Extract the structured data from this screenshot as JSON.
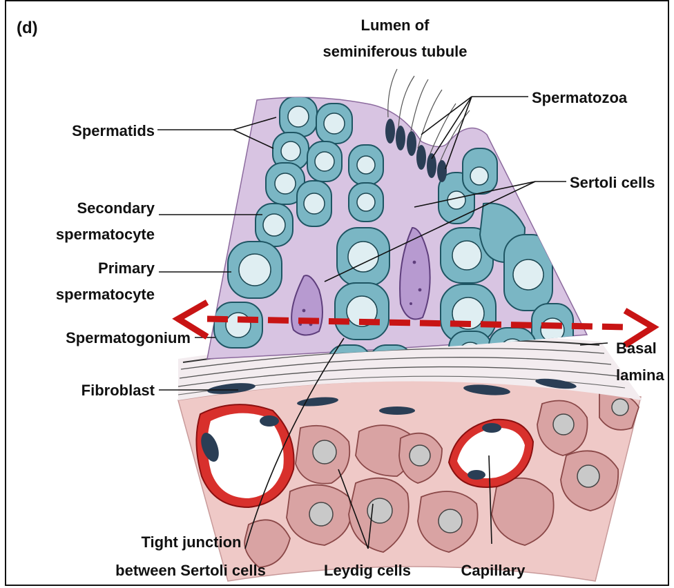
{
  "panel": {
    "letter": "(d)"
  },
  "labels": {
    "lumen_line1": "Lumen of",
    "lumen_line2": "seminiferous tubule",
    "spermatozoa": "Spermatozoa",
    "spermatids": "Spermatids",
    "sertoli": "Sertoli cells",
    "secondary_line1": "Secondary",
    "secondary_line2": "spermatocyte",
    "primary_line1": "Primary",
    "primary_line2": "spermatocyte",
    "spermatogonium": "Spermatogonium",
    "basal_line1": "Basal",
    "basal_line2": "lamina",
    "fibroblast": "Fibroblast",
    "tight_line1": "Tight junction",
    "tight_line2": "between Sertoli cells",
    "leydig": "Leydig cells",
    "capillary": "Capillary"
  },
  "colors": {
    "tubule": "#d8c4e2",
    "cells": "#7ab6c4",
    "interstitium": "#efc9c7",
    "capillary_wall": "#d8302c",
    "arrow": "#c81414"
  }
}
